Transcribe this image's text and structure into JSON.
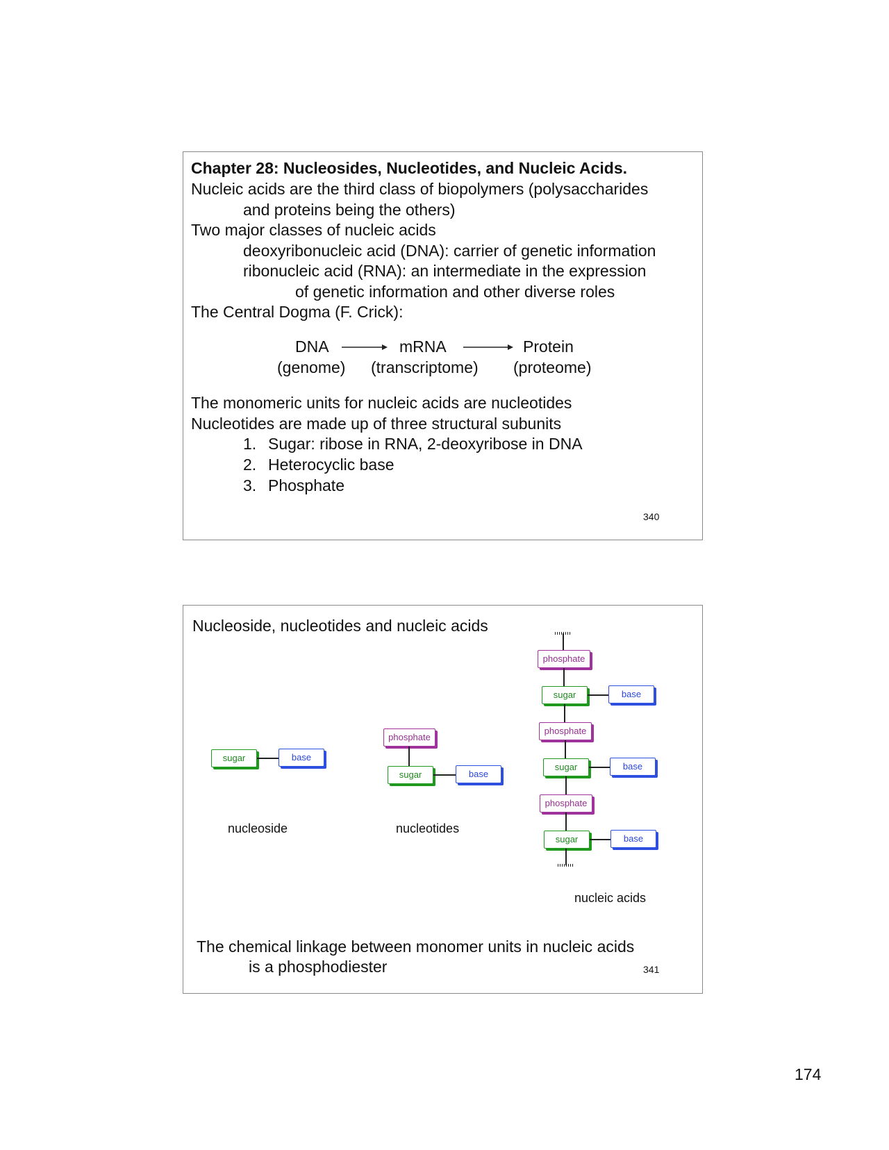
{
  "slide1": {
    "title": "Chapter 28: Nucleosides, Nucleotides, and Nucleic Acids.",
    "line1": "Nucleic acids are the third class of biopolymers (polysaccharides",
    "line2": "and proteins being the others)",
    "line3": "Two major classes of nucleic acids",
    "line4": "deoxyribonucleic acid (DNA):  carrier of genetic information",
    "line5": "ribonucleic acid (RNA): an intermediate in the expression",
    "line6": "of genetic information and other diverse roles",
    "line7": "The Central Dogma (F. Crick):",
    "dogma": {
      "dna": "DNA",
      "mrna": "mRNA",
      "protein": "Protein",
      "genome": "(genome)",
      "transcriptome": "(transcriptome)",
      "proteome": "(proteome)"
    },
    "line8": "The monomeric units for nucleic acids are nucleotides",
    "line9": "Nucleotides are made up of three structural subunits",
    "list": [
      {
        "num": "1.",
        "text": "Sugar:  ribose in RNA, 2-deoxyribose in DNA"
      },
      {
        "num": "2.",
        "text": "Heterocyclic base"
      },
      {
        "num": "3.",
        "text": "Phosphate"
      }
    ],
    "slide_number": "340"
  },
  "slide2": {
    "title": "Nucleoside, nucleotides and nucleic acids",
    "labels": {
      "sugar": "sugar",
      "base": "base",
      "phosphate": "phosphate"
    },
    "captions": {
      "nucleoside": "nucleoside",
      "nucleotides": "nucleotides",
      "nucleic_acids": "nucleic acids"
    },
    "footer_line1": "The chemical linkage between monomer units in nucleic acids",
    "footer_line2": "is a phosphodiester",
    "slide_number": "341"
  },
  "page_number": "174",
  "colors": {
    "sugar": "#1f9a1f",
    "base": "#2e4fe0",
    "phosphate": "#a0329c"
  }
}
